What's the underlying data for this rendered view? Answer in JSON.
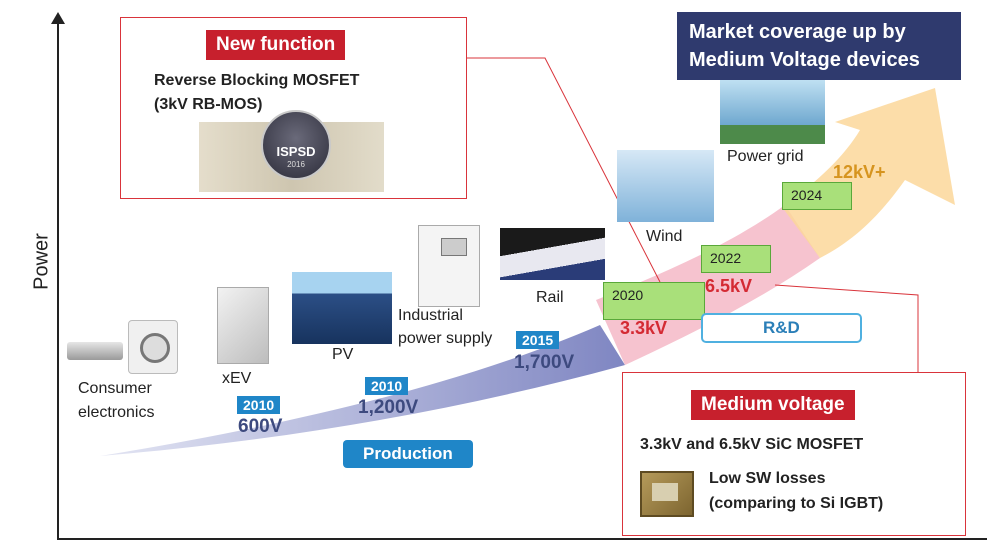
{
  "axis": {
    "y_label": "Power"
  },
  "top_left_box": {
    "badge": "New function",
    "line1": "Reverse Blocking MOSFET",
    "line2": "(3kV RB-MOS)",
    "logo_text": "ISPSD",
    "logo_year": "2016"
  },
  "top_right_banner": {
    "line1": "Market coverage up by",
    "line2": "Medium Voltage devices"
  },
  "applications": {
    "consumer": [
      "Consumer",
      "electronics"
    ],
    "xev": "xEV",
    "pv": "PV",
    "industrial": [
      "Industrial",
      "power supply"
    ],
    "rail": "Rail",
    "wind": "Wind",
    "power_grid": "Power grid"
  },
  "milestones": {
    "m2010a": {
      "year": "2010",
      "voltage": "600V"
    },
    "m2010b": {
      "year": "2010",
      "voltage": "1,200V"
    },
    "m2015": {
      "year": "2015",
      "voltage": "1,700V"
    },
    "m2020": {
      "year": "2020",
      "voltage": "3.3kV"
    },
    "m2022": {
      "year": "2022",
      "voltage": "6.5kV"
    },
    "m2024": {
      "year": "2024",
      "voltage": "12kV+"
    }
  },
  "labels": {
    "production": "Production",
    "rd": "R&D"
  },
  "bottom_right_box": {
    "badge": "Medium voltage",
    "line1": "3.3kV and 6.5kV SiC MOSFET",
    "line2": "Low SW losses",
    "line3": "(comparing to Si IGBT)"
  },
  "colors": {
    "production_band": "#7f86c2",
    "rd_band": "#f6c3cf",
    "future_band": "#fbd79a",
    "red": "#c7202d",
    "navy": "#2f3a6e",
    "blue": "#1f86c8"
  }
}
